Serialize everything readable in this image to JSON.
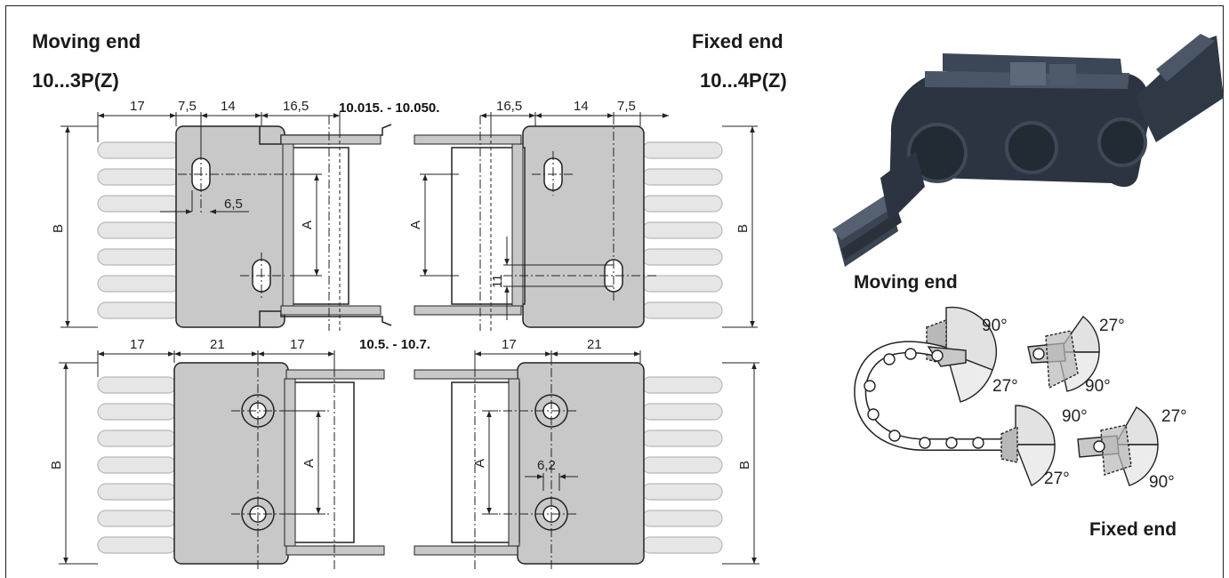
{
  "headings": {
    "moving_end_left": "Moving end",
    "moving_end_left_code": "10...3P(Z)",
    "fixed_end_left": "Fixed end",
    "fixed_end_left_code": "10...4P(Z)",
    "moving_end_right": "Moving end",
    "fixed_end_right": "Fixed end"
  },
  "top_drawing": {
    "series_label": "10.015. - 10.050.",
    "left_dims": [
      "17",
      "7,5",
      "14",
      "16,5"
    ],
    "right_dims": [
      "16,5",
      "14",
      "7,5"
    ],
    "hole_dim": "6,5",
    "height_label": "B",
    "inner_label": "A",
    "offset_dim": "11"
  },
  "bottom_drawing": {
    "series_label": "10.5. - 10.7.",
    "left_dims": [
      "17",
      "21",
      "17"
    ],
    "right_dims": [
      "17",
      "21"
    ],
    "hole_dim": "6,2",
    "height_label": "B",
    "inner_label": "A"
  },
  "angle_diagram": {
    "moving_large": [
      "90°",
      "27°"
    ],
    "moving_small": [
      "27°",
      "90°"
    ],
    "fixed_large": [
      "90°",
      "27°"
    ],
    "fixed_small": [
      "27°",
      "90°"
    ]
  },
  "colors": {
    "part_fill": "#c8c8c8",
    "teeth_fill": "#e6e6e6",
    "line": "#222222",
    "chain_photo": "#2b3440"
  }
}
